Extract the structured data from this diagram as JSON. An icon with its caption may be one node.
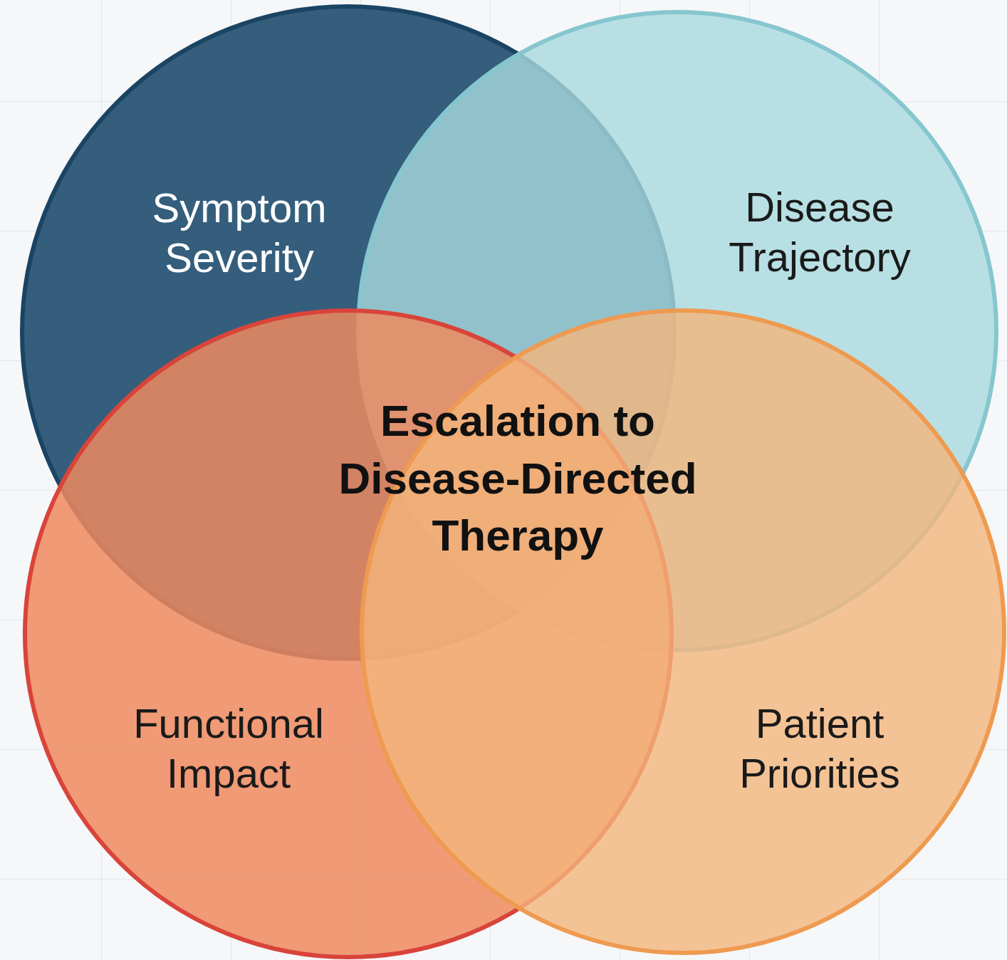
{
  "diagram": {
    "nodes": [
      {
        "text": [
          "Symptom Severity"
        ]
      },
      {
        "text": [
          "Disease Trajectory"
        ]
      },
      {
        "text": [
          "Functional Impact"
        ]
      },
      {
        "text": [
          "Patient Priorities"
        ]
      }
    ],
    "labels": [
      "Escalation to Disease-Directed Therapy"
    ]
  }
}
